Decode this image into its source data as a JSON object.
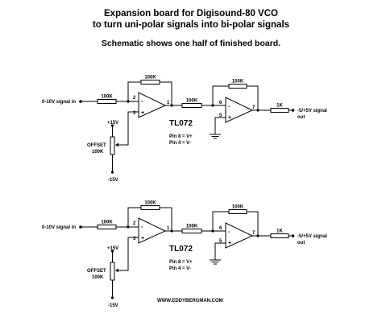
{
  "header": {
    "title_line1": "Expansion board for Digisound-80 VCO",
    "title_line2": "to turn uni-polar signals into bi-polar signals",
    "subtitle": "Schematic shows one half of finished board."
  },
  "circuits": [
    {
      "input_label": "0-10V signal in",
      "r_in": "100K",
      "r_fb1": "100K",
      "r_mid": "100K",
      "r_fb2": "100K",
      "r_out": "1K",
      "output_label_line1": "-5/+5V signal",
      "output_label_line2": "out",
      "plus_rail": "+15V",
      "minus_rail": "-15V",
      "offset_label": "OFFSET",
      "offset_value": "100K",
      "chip": "TL072",
      "pin8": "Pin 8 = V+",
      "pin4": "Pin 4 = V-",
      "oa1": {
        "pin_inv": "2",
        "pin_noninv": "3",
        "pin_out": "1",
        "minus": "-",
        "plus": "+"
      },
      "oa2": {
        "pin_inv": "6",
        "pin_noninv": "5",
        "pin_out": "7",
        "minus": "-",
        "plus": "+"
      }
    },
    {
      "input_label": "0-10V signal in",
      "r_in": "100K",
      "r_fb1": "100K",
      "r_mid": "100K",
      "r_fb2": "100K",
      "r_out": "1K",
      "output_label_line1": "-5/+5V signal",
      "output_label_line2": "out",
      "plus_rail": "+15V",
      "minus_rail": "-15V",
      "offset_label": "OFFSET",
      "offset_value": "100K",
      "chip": "TL072",
      "pin8": "Pin 8 = V+",
      "pin4": "Pin 4 = V-",
      "oa1": {
        "pin_inv": "2",
        "pin_noninv": "3",
        "pin_out": "1",
        "minus": "-",
        "plus": "+"
      },
      "oa2": {
        "pin_inv": "6",
        "pin_noninv": "5",
        "pin_out": "7",
        "minus": "-",
        "plus": "+"
      }
    }
  ],
  "footer": {
    "website": "WWW.EDDYBERGMAN.COM"
  }
}
